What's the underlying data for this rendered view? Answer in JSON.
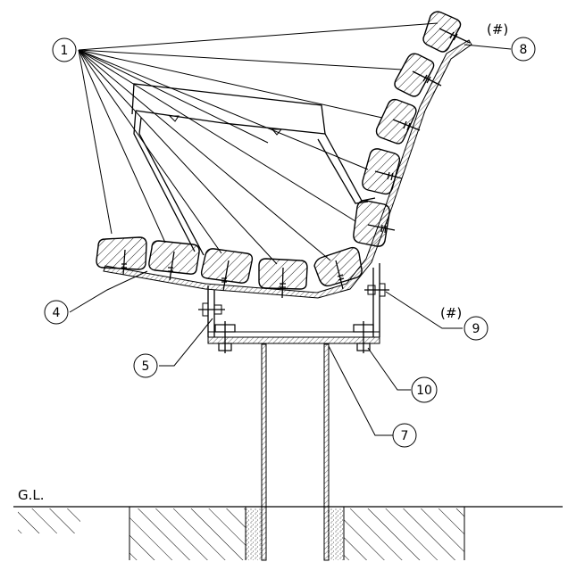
{
  "drawing": {
    "ground_label": "G.L.",
    "callouts": [
      {
        "id": "callout-1",
        "number": "1"
      },
      {
        "id": "callout-4",
        "number": "4"
      },
      {
        "id": "callout-5",
        "number": "5"
      },
      {
        "id": "callout-7",
        "number": "7"
      },
      {
        "id": "callout-8",
        "number": "8",
        "prefix": "(#)"
      },
      {
        "id": "callout-9",
        "number": "9",
        "prefix": "(#)"
      },
      {
        "id": "callout-10",
        "number": "10"
      }
    ]
  }
}
